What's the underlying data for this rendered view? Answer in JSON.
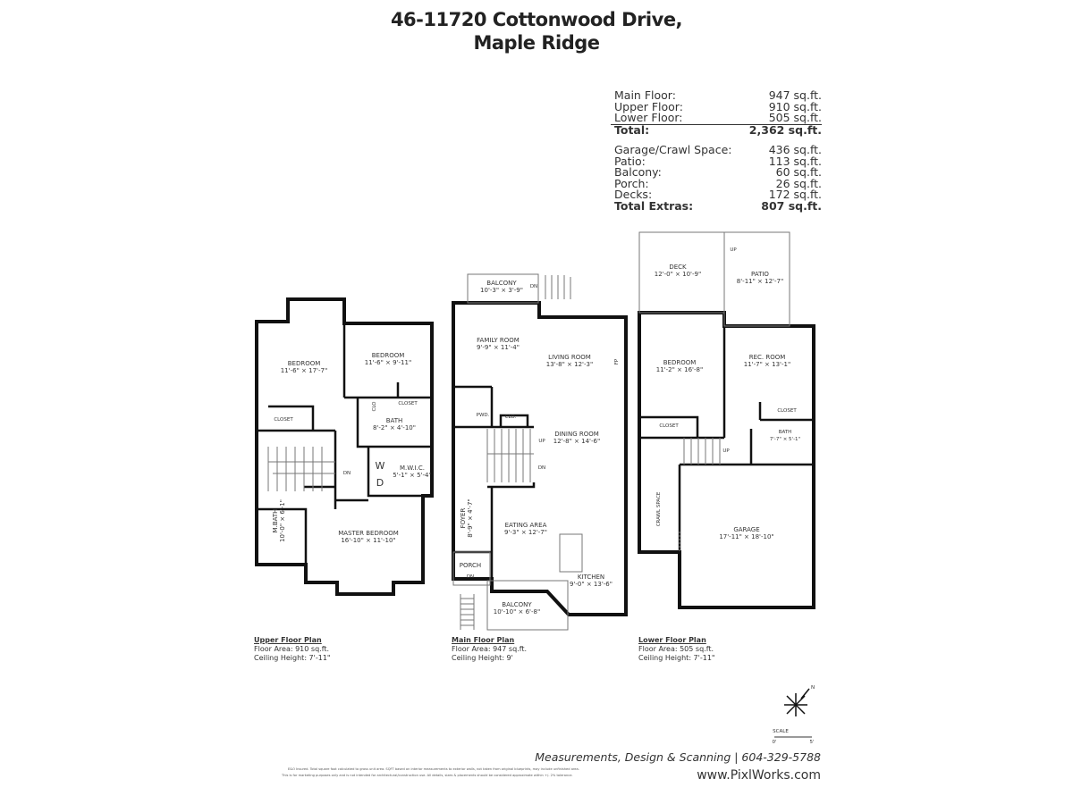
{
  "title": {
    "line1": "46-11720 Cottonwood Drive,",
    "line2": "Maple Ridge"
  },
  "areas": {
    "floors": [
      {
        "label": "Main Floor:",
        "value": "947 sq.ft."
      },
      {
        "label": "Upper Floor:",
        "value": "910 sq.ft."
      },
      {
        "label": "Lower Floor:",
        "value": "505 sq.ft."
      }
    ],
    "total": {
      "label": "Total:",
      "value": "2,362 sq.ft."
    },
    "extras": [
      {
        "label": "Garage/Crawl Space:",
        "value": "436 sq.ft."
      },
      {
        "label": "Patio:",
        "value": "113 sq.ft."
      },
      {
        "label": "Balcony:",
        "value": "60 sq.ft."
      },
      {
        "label": "Porch:",
        "value": "26 sq.ft."
      },
      {
        "label": "Decks:",
        "value": "172 sq.ft."
      }
    ],
    "total_extras": {
      "label": "Total Extras:",
      "value": "807 sq.ft."
    }
  },
  "upper": {
    "bedroom1": {
      "name": "BEDROOM",
      "dims": "11'-6\" × 17'-7\""
    },
    "bedroom2": {
      "name": "BEDROOM",
      "dims": "11'-6\" × 9'-11\""
    },
    "closet1": "CLOSET",
    "closet2": "CLOSET",
    "clo": "CLO",
    "bath": {
      "name": "BATH",
      "dims": "8'-2\" × 4'-10\""
    },
    "washer": "W",
    "dryer": "D",
    "mwic": {
      "name": "M.W.I.C.",
      "dims": "5'-1\" × 5'-4\""
    },
    "dn": "DN",
    "mbath": {
      "name": "M.BATH",
      "dims": "10'-0\" × 6'-1\""
    },
    "master": {
      "name": "MASTER BEDROOM",
      "dims": "16'-10\" × 11'-10\""
    },
    "caption": {
      "heading": "Upper Floor Plan",
      "area": "Floor Area: 910 sq.ft.",
      "ceiling": "Ceiling Height: 7'-11\""
    }
  },
  "main": {
    "balcony_top": {
      "name": "BALCONY",
      "dims": "10'-3\" × 3'-9\""
    },
    "dn_top": "DN",
    "family": {
      "name": "FAMILY ROOM",
      "dims": "9'-9\" × 11'-4\""
    },
    "living": {
      "name": "LIVING ROOM",
      "dims": "13'-8\" × 12'-3\""
    },
    "fp": "FP",
    "pwd": "PWD.",
    "clo": "CLO.",
    "up": "UP",
    "dn": "DN",
    "dining": {
      "name": "DINING ROOM",
      "dims": "12'-8\" × 14'-6\""
    },
    "foyer": {
      "name": "FOYER",
      "dims": "8'-9\" × 4'-7\""
    },
    "eating": {
      "name": "EATING AREA",
      "dims": "9'-3\" × 12'-7\""
    },
    "porch": "PORCH",
    "dn_porch": "DN",
    "kitchen": {
      "name": "KITCHEN",
      "dims": "9'-0\" × 13'-6\""
    },
    "balcony_bottom": {
      "name": "BALCONY",
      "dims": "10'-10\" × 6'-8\""
    },
    "caption": {
      "heading": "Main Floor Plan",
      "area": "Floor Area: 947 sq.ft.",
      "ceiling": "Ceiling Height: 9'"
    }
  },
  "lower": {
    "deck": {
      "name": "DECK",
      "dims": "12'-0\" × 10'-9\""
    },
    "patio": {
      "name": "PATIO",
      "dims": "8'-11\" × 12'-7\""
    },
    "up_top": "UP",
    "bedroom": {
      "name": "BEDROOM",
      "dims": "11'-2\" × 16'-8\""
    },
    "rec": {
      "name": "REC. ROOM",
      "dims": "11'-7\" × 13'-1\""
    },
    "closet1": "CLOSET",
    "closet2": "CLOSET",
    "bath": {
      "name": "BATH",
      "dims": "7'-7\" × 5'-1\""
    },
    "up": "UP",
    "crawl": "CRAWL SPACE",
    "garage": {
      "name": "GARAGE",
      "dims": "17'-11\" × 18'-10\""
    },
    "caption": {
      "heading": "Lower Floor Plan",
      "area": "Floor Area: 505 sq.ft.",
      "ceiling": "Ceiling Height: 7'-11\""
    }
  },
  "compass": {
    "north": "N",
    "scale_label": "SCALE",
    "scale_start": "0'",
    "scale_end": "5'"
  },
  "footer": {
    "credit": "Measurements, Design & Scanning | 604-329-5788",
    "disclaimer1": "E&O Insured.  Total square foot calculated to gross unit area. SQFT based on interior measurements to exterior walls, not taken from original blueprints, may include unfinished area.",
    "disclaimer2": "This is for marketing purposes only and is not intended for architectural/construction use.  All details, sizes & placements should be considered approximate within +/- 2% tolerance.",
    "website": "www.PixlWorks.com"
  }
}
